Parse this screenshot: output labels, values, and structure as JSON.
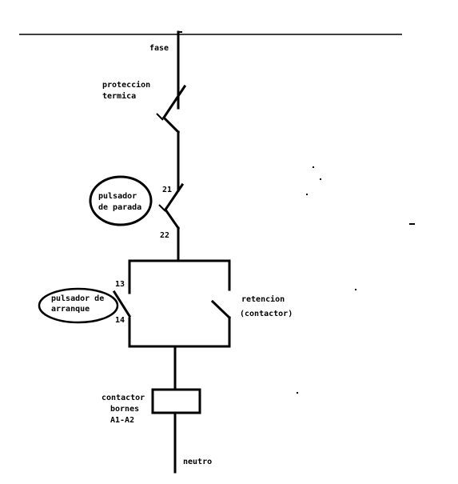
{
  "labels": {
    "fase": "fase",
    "proteccion_1": "proteccion",
    "proteccion_2": "termica",
    "num_21": "21",
    "num_22": "22",
    "parada_1": "pulsador",
    "parada_2": "de parada",
    "num_13": "13",
    "num_14": "14",
    "arranque_1": "pulsador de",
    "arranque_2": "arranque",
    "retencion_1": "retencion",
    "retencion_2": "(contactor)",
    "contactor_1": "contactor",
    "contactor_2": "bornes",
    "contactor_3": "A1-A2",
    "neutro": "neutro"
  }
}
